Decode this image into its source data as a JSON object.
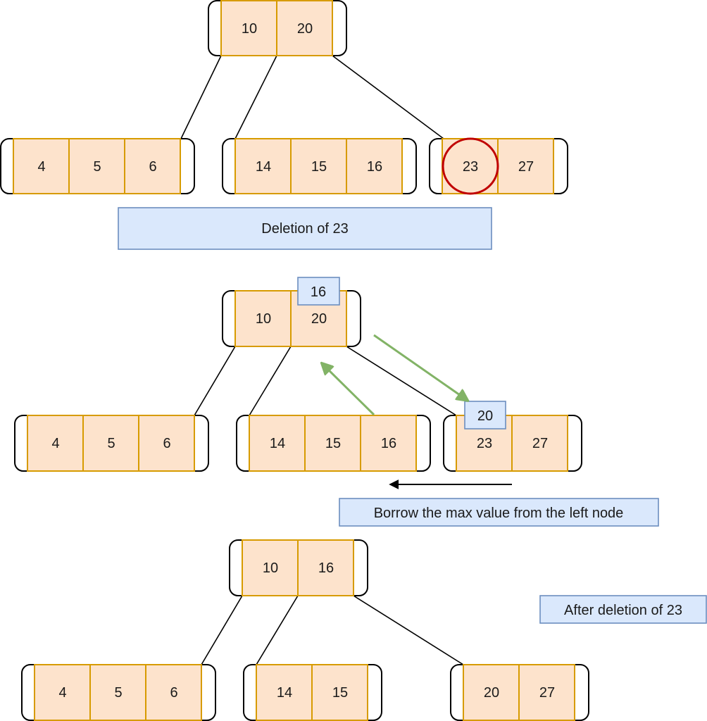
{
  "diagram_1": {
    "root": [
      "10",
      "20"
    ],
    "leaf_left": [
      "4",
      "5",
      "6"
    ],
    "leaf_middle": [
      "14",
      "15",
      "16"
    ],
    "leaf_right": [
      "23",
      "27"
    ],
    "caption": "Deletion of 23"
  },
  "diagram_2": {
    "root": [
      "10",
      "20"
    ],
    "promoted_key": "16",
    "leaf_left": [
      "4",
      "5",
      "6"
    ],
    "leaf_middle": [
      "14",
      "15",
      "16"
    ],
    "leaf_right": [
      "23",
      "27"
    ],
    "demoted_key": "20",
    "caption": "Borrow the max value from the left node"
  },
  "diagram_3": {
    "root": [
      "10",
      "16"
    ],
    "leaf_left": [
      "4",
      "5",
      "6"
    ],
    "leaf_middle": [
      "14",
      "15"
    ],
    "leaf_right": [
      "20",
      "27"
    ],
    "caption": "After deletion of 23"
  },
  "colors": {
    "key_fill": "#fde3cc",
    "key_stroke": "#d79b00",
    "label_fill": "#dae8fc",
    "label_stroke": "#6c8ebf",
    "move_arrow": "#82b366",
    "highlight": "#c00000"
  }
}
